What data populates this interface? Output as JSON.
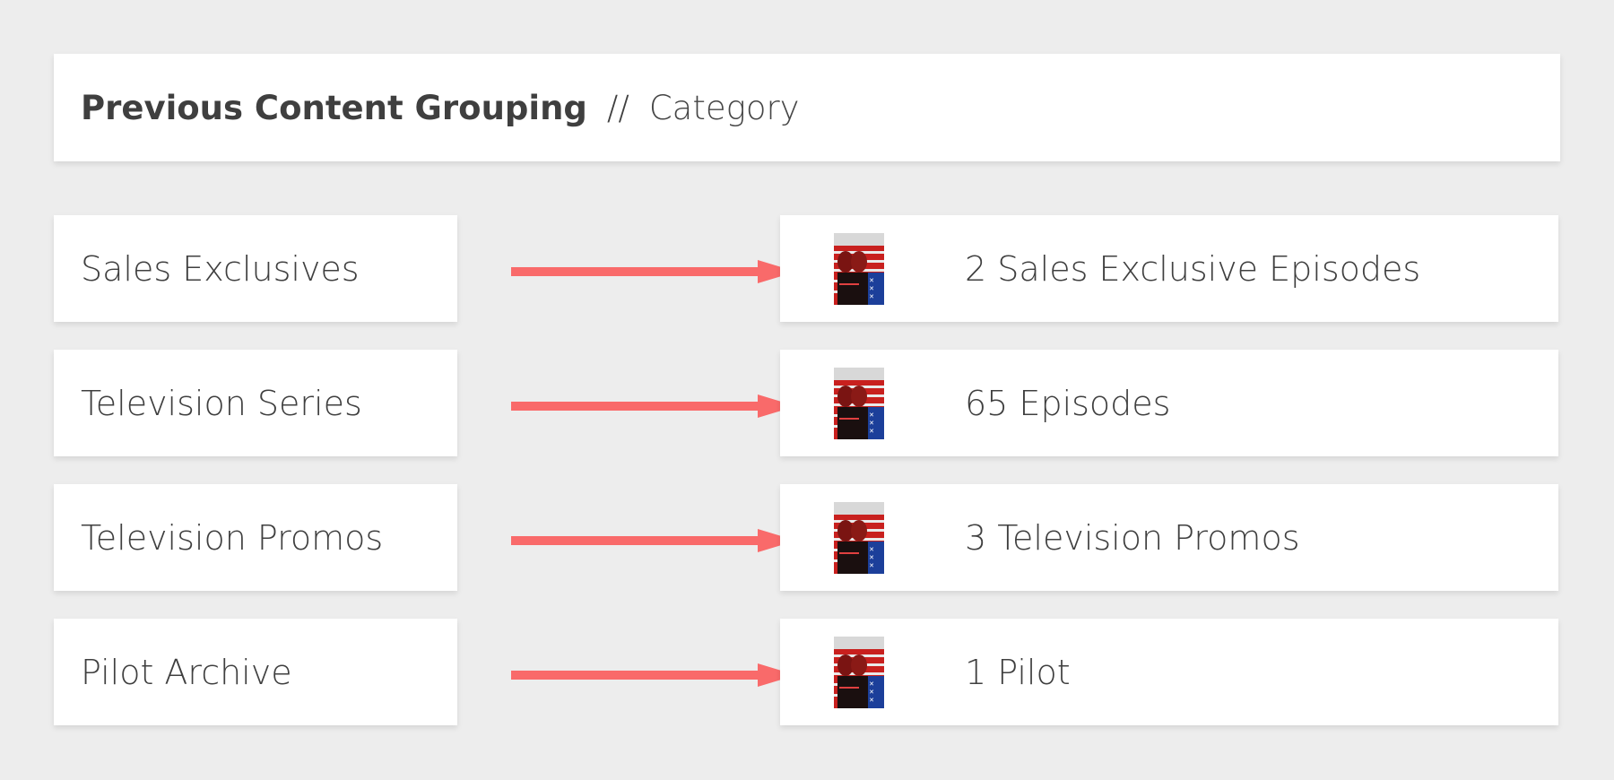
{
  "header": {
    "title": "Previous Content Grouping",
    "separator": "//",
    "subtitle": "Category"
  },
  "colors": {
    "background": "#ededed",
    "card": "#ffffff",
    "arrow": "#f96a6a",
    "text": "#3f3f3f"
  },
  "rows": [
    {
      "source": "Sales Exclusives",
      "result": "2 Sales Exclusive Episodes",
      "thumbnail_icon": "poster-thumbnail"
    },
    {
      "source": "Television Series",
      "result": "65 Episodes",
      "thumbnail_icon": "poster-thumbnail"
    },
    {
      "source": "Television Promos",
      "result": "3 Television Promos",
      "thumbnail_icon": "poster-thumbnail"
    },
    {
      "source": "Pilot Archive",
      "result": "1 Pilot",
      "thumbnail_icon": "poster-thumbnail"
    }
  ]
}
